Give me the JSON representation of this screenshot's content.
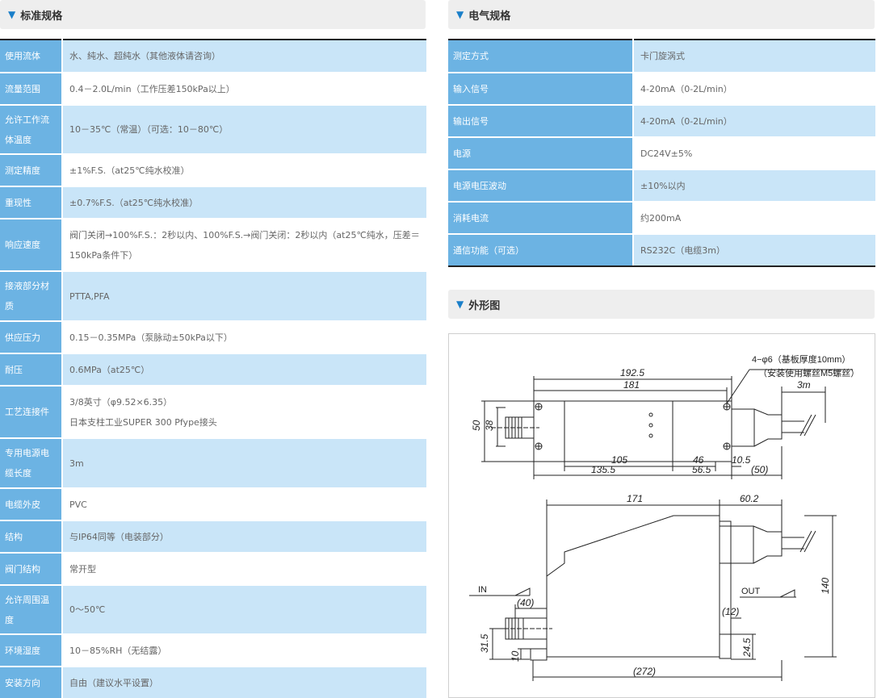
{
  "left_section": {
    "title": "标准规格",
    "rows": [
      {
        "key": "使用流体",
        "value": "水、純水、超純水（其他液体请咨询）"
      },
      {
        "key": "流量范围",
        "value": "0.4－2.0L/min（工作压差150kPa以上）"
      },
      {
        "key": "允许工作流体温度",
        "value": "10－35℃（常温）（可选：10－80℃）"
      },
      {
        "key": "测定精度",
        "value": "±1%F.S.（at25℃纯水校准）"
      },
      {
        "key": "重现性",
        "value": "±0.7%F.S.（at25℃纯水校准）"
      },
      {
        "key": "响应速度",
        "value": "阀门关闭→100%F.S.：2秒以内、100%F.S.→阀门关闭：2秒以内（at25℃纯水，压差＝150kPa条件下）"
      },
      {
        "key": "接液部分材质",
        "value": "PTTA,PFA"
      },
      {
        "key": "供应压力",
        "value": "0.15－0.35MPa（泵脉动±50kPa以下）"
      },
      {
        "key": "耐压",
        "value": "0.6MPa（at25℃）"
      },
      {
        "key": "工艺连接件",
        "value": "3/8英寸（φ9.52×6.35）",
        "value2": "日本支柱工业SUPER 300 Pfype接头"
      },
      {
        "key": "专用电源电缆长度",
        "value": "3m"
      },
      {
        "key": "电缆外皮",
        "value": "PVC"
      },
      {
        "key": "结构",
        "value": "与IP64同等（电装部分）"
      },
      {
        "key": "阀门结构",
        "value": "常开型"
      },
      {
        "key": "允许周围温度",
        "value": "0～50℃"
      },
      {
        "key": "环境湿度",
        "value": "10－85%RH（无结露）"
      },
      {
        "key": "安装方向",
        "value": "自由（建议水平设置）"
      }
    ]
  },
  "right_section": {
    "title": "电气规格",
    "rows": [
      {
        "key": "测定方式",
        "value": "卡门旋涡式"
      },
      {
        "key": "输入信号",
        "value": "4-20mA（0-2L/min）"
      },
      {
        "key": "输出信号",
        "value": "4-20mA（0-2L/min）"
      },
      {
        "key": "电源",
        "value": "DC24V±5%"
      },
      {
        "key": "电源电压波动",
        "value": "±10%以内"
      },
      {
        "key": "消耗电流",
        "value": "约200mA"
      },
      {
        "key": "通信功能（可选）",
        "value": "RS232C（电缆3m）"
      }
    ]
  },
  "drawing_section": {
    "title": "外形图",
    "labels": {
      "hole_note_1": "4−φ6（基板厚度10mm）",
      "hole_note_2": "（安装使用螺丝M5螺丝）",
      "cable_len": "3m",
      "d_192_5": "192.5",
      "d_181": "181",
      "d_50": "50",
      "d_38": "38",
      "d_105": "105",
      "d_46": "46",
      "d_10_5": "10.5",
      "d_135_5": "135.5",
      "d_56_5": "56.5",
      "d_50p": "(50)",
      "d_171": "171",
      "d_60_2": "60.2",
      "d_140": "140",
      "in_label": "IN",
      "out_label": "OUT",
      "d_40p": "(40)",
      "d_12p": "(12)",
      "d_31_5": "31.5",
      "d_10": "10",
      "d_24_5": "24.5",
      "d_272p": "(272)"
    }
  }
}
